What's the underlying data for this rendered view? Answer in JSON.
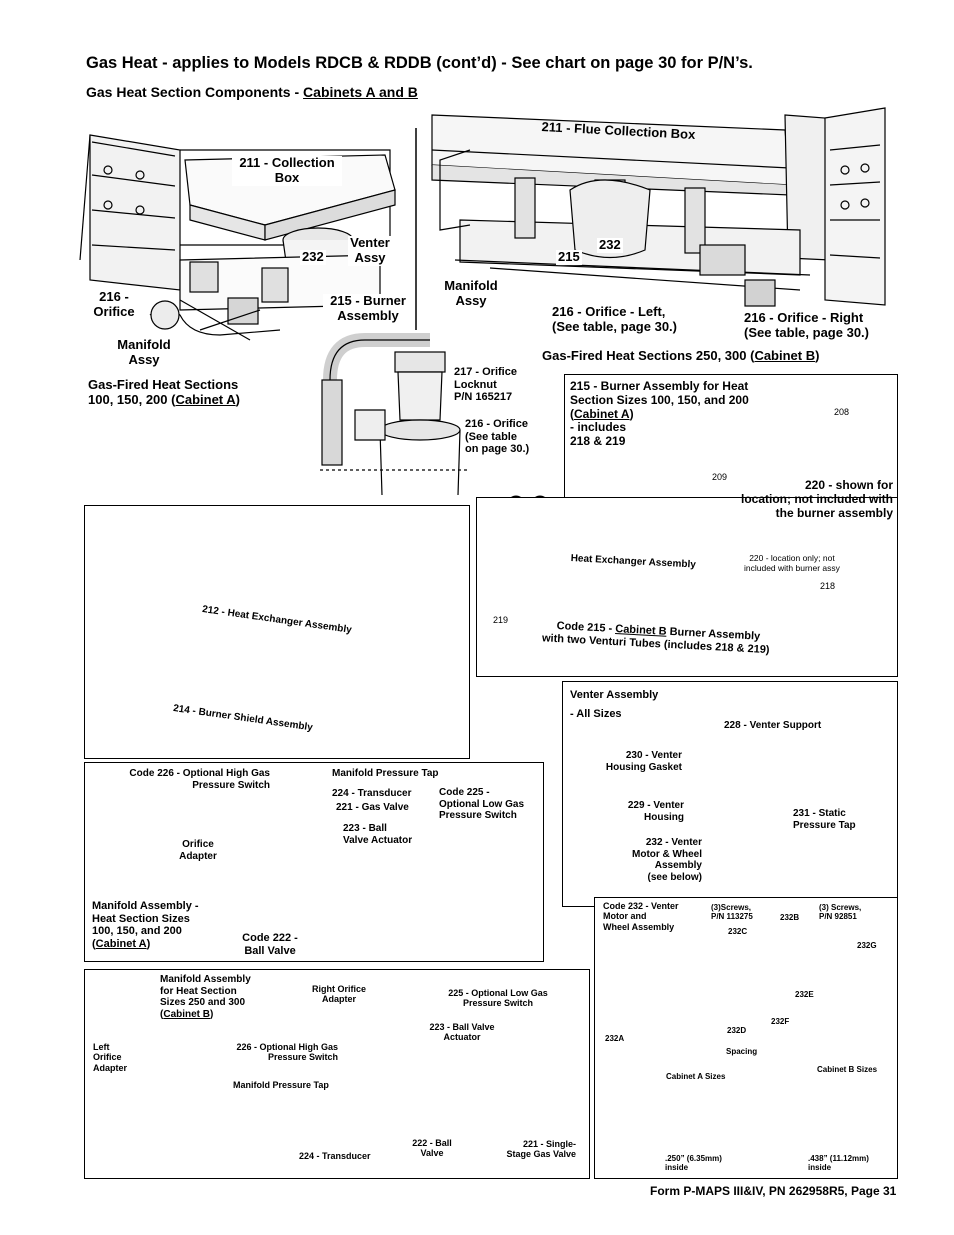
{
  "header": {
    "title": "Gas Heat - applies to Models RDCB & RDDB (cont’d) - See chart on page 30 for P/N’s.",
    "subtitle_prefix": "Gas Heat Section Components - ",
    "subtitle_link": "Cabinets A and B"
  },
  "cabA_top": {
    "collection_box": "211 - Collection Box",
    "n232": "232",
    "venter": "Venter Assy",
    "burner": "215 - Burner Assembly",
    "orifice": "216 - Orifice",
    "manifold": "Manifold Assy",
    "caption_1": "Gas-Fired Heat Sections",
    "caption_2": "100, 150, 200 (",
    "caption_link": "Cabinet A",
    "caption_3": ")"
  },
  "cabB_top": {
    "flue_box": "211 - Flue Collection Box",
    "n232": "232",
    "n215": "215",
    "manifold": "Manifold Assy",
    "orifice_left_1": "216 - Orifice - Left,",
    "orifice_left_2": "(See table, page 30.)",
    "orifice_right_1": "216 - Orifice - Right",
    "orifice_right_2": "(See table, page 30.)",
    "caption_1": "Gas-Fired Heat Sections 250, 300 (",
    "caption_link": "Cabinet B",
    "caption_2": ")"
  },
  "orifice_detail": {
    "locknut_1": "217 - Orifice",
    "locknut_2": "Locknut",
    "locknut_3": "P/N 165217",
    "orifice_1": "216 - Orifice",
    "orifice_2": "(See table",
    "orifice_3": "on page 30.)"
  },
  "burner_a": {
    "title_1": "215 - Burner Assembly for Heat",
    "title_2": "Section Sizes 100, 150, and 200",
    "title_3_link": "Cabinet A",
    "title_4": "- includes",
    "title_5": "218 & 219",
    "n208": "208",
    "n209": "209",
    "note_1": "220 - shown for",
    "note_2": "location; not included with",
    "note_3": "the burner assembly"
  },
  "hx_a": {
    "hx_label": "212 - Heat Exchanger Assembly",
    "shield_label": "214 - Burner Shield Assembly"
  },
  "burner_b": {
    "hx_label": "Heat Exchanger Assembly",
    "note_1": "220 - location only; not",
    "note_2": "included with burner assy",
    "n218": "218",
    "n219": "219",
    "code_1a": "Code 215 - ",
    "code_1_link": "Cabinet B",
    "code_1b": " Burner Assembly",
    "code_2": "with two Venturi Tubes (includes 218 & 219)"
  },
  "venter": {
    "title": "Venter Assembly",
    "sub": "- All Sizes",
    "support": "228 - Venter Support",
    "gasket_1": "230 - Venter",
    "gasket_2": "Housing Gasket",
    "housing_1": "229 - Venter",
    "housing_2": "Housing",
    "static_1": "231 - Static",
    "static_2": "Pressure Tap",
    "motor_1": "232 - Venter",
    "motor_2": "Motor & Wheel",
    "motor_3": "Assembly",
    "motor_4": "(see below)"
  },
  "manifold_a": {
    "hi_gas_1": "Code 226 - Optional High Gas",
    "hi_gas_2": "Pressure Switch",
    "mpt": "Manifold Pressure Tap",
    "transducer": "224 - Transducer",
    "gas_valve": "221 - Gas Valve",
    "low_gas_1": "Code 225 -",
    "low_gas_2": "Optional Low Gas",
    "low_gas_3": "Pressure Switch",
    "actuator_1": "223 - Ball",
    "actuator_2": "Valve Actuator",
    "orifice_adapter_1": "Orifice",
    "orifice_adapter_2": "Adapter",
    "caption_1": "Manifold Assembly -",
    "caption_2": "Heat Section Sizes",
    "caption_3": "100, 150, and 200",
    "caption_link": "Cabinet A",
    "ball_valve_1": "Code 222 -",
    "ball_valve_2": "Ball Valve"
  },
  "manifold_b": {
    "caption_1": "Manifold Assembly",
    "caption_2": "for Heat Section",
    "caption_3": "Sizes 250 and 300",
    "caption_link": "Cabinet B",
    "right_adapter_1": "Right Orifice",
    "right_adapter_2": "Adapter",
    "low_gas_1": "225 - Optional Low Gas",
    "low_gas_2": "Pressure Switch",
    "left_adapter_1": "Left",
    "left_adapter_2": "Orifice",
    "left_adapter_3": "Adapter",
    "hi_gas_1": "226 - Optional High Gas",
    "hi_gas_2": "Pressure Switch",
    "actuator_1": "223 - Ball Valve",
    "actuator_2": "Actuator",
    "mpt": "Manifold Pressure Tap",
    "transducer": "224 - Transducer",
    "ball_valve_1": "222 - Ball",
    "ball_valve_2": "Valve",
    "gas_valve_1": "221 - Single-",
    "gas_valve_2": "Stage Gas Valve"
  },
  "motor": {
    "title_1": "Code 232 - Venter",
    "title_2": "Motor and",
    "title_3": "Wheel Assembly",
    "screws1_1": "(3)Screws,",
    "screws1_2": "P/N 113275",
    "screws2_1": "(3) Screws,",
    "screws2_2": "P/N 92851",
    "c232A": "232A",
    "c232B": "232B",
    "c232C": "232C",
    "c232D": "232D",
    "c232E": "232E",
    "c232F": "232F",
    "c232G": "232G",
    "spacing": "Spacing",
    "cabA": "Cabinet A Sizes",
    "cabB": "Cabinet B Sizes",
    "dimA_1": ".250” (6.35mm)",
    "dimA_2": "inside",
    "dimB_1": ".438” (11.12mm)",
    "dimB_2": "inside"
  },
  "footer": "Form P-MAPS III&IV, PN 262958R5, Page 31"
}
